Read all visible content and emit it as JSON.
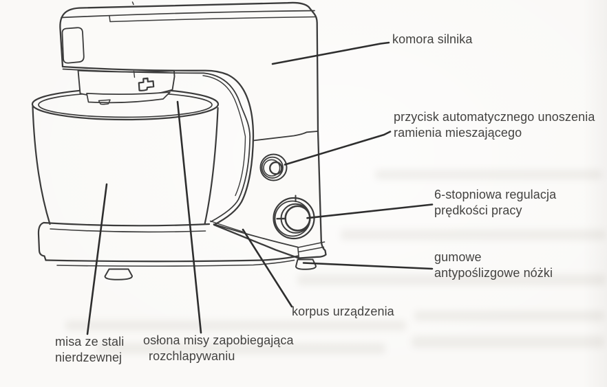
{
  "diagram": {
    "subject": "stand mixer parts diagram",
    "colors": {
      "ink": "#3b3b3b",
      "leader_line": "#2e2e2e",
      "paper": "#faf9f7",
      "label_text": "#434240"
    },
    "labels": {
      "komora": {
        "text": "komora silnika"
      },
      "przycisk": {
        "line1": "przycisk automatycznego unoszenia",
        "line2": "ramienia mieszającego"
      },
      "regulacja": {
        "line1": "6-stopniowa regulacja",
        "line2": "prędkości pracy"
      },
      "nozki": {
        "line1": "gumowe",
        "line2": "antypoślizgowe nóżki"
      },
      "korpus": {
        "text": "korpus urządzenia"
      },
      "misa": {
        "line1": "misa ze stali",
        "line2": "nierdzewnej"
      },
      "oslona": {
        "line1": "osłona misy zapobiegająca",
        "line2": "rozchlapywaniu"
      }
    }
  }
}
